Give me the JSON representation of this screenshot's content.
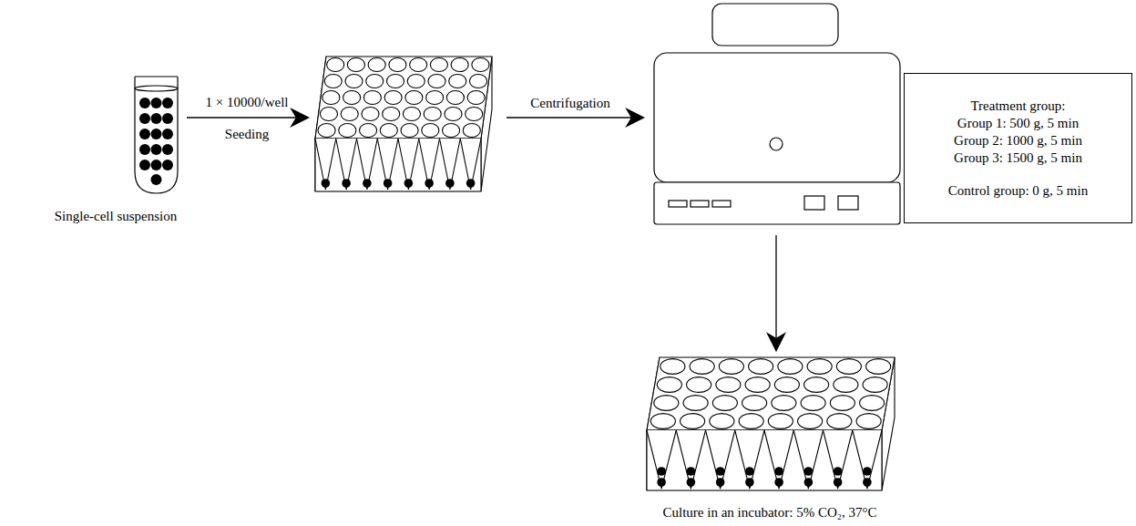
{
  "diagram": {
    "nodes": [
      {
        "text": [
          "Treatment group:",
          "Group 1: 500 g, 5 min",
          "Group 2: 1000 g, 5 min",
          "Group 3: 1500 g, 5 min",
          "Control group: 0 g, 5 min"
        ]
      }
    ],
    "labels": [
      "Single-cell suspension",
      "1 × 10000/well",
      "Seeding",
      "Centrifugation",
      "Culture in an incubator: 5% CO₂, 37°C"
    ]
  }
}
